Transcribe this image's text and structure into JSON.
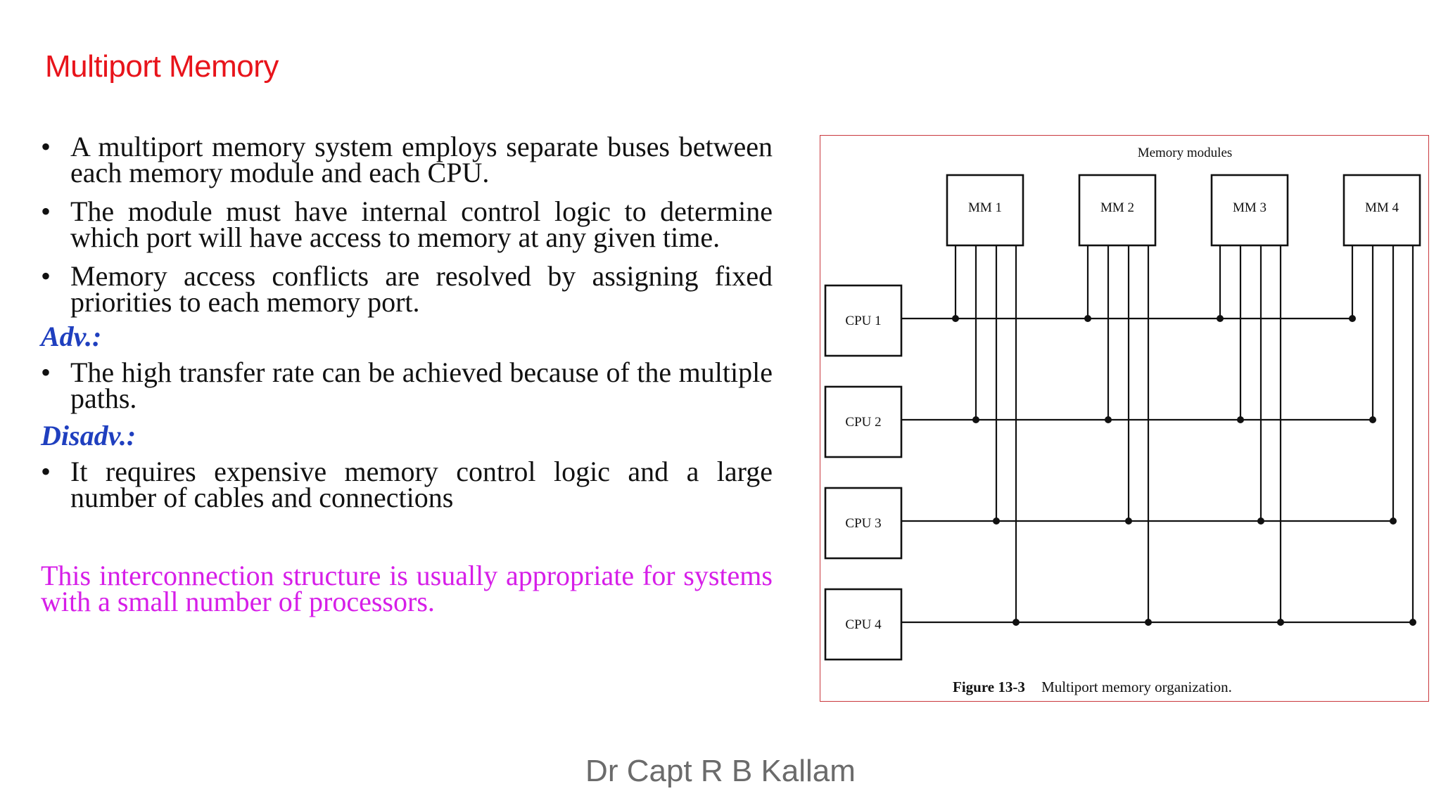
{
  "slide": {
    "title": "Multiport Memory",
    "bullet_char": "•",
    "bullets": [
      "A multiport memory system employs separate buses between each memory module and each CPU.",
      "The module must have internal control logic to determine which port will have access to memory at any given time.",
      "Memory access conflicts are resolved by assigning fixed priorities to each memory port."
    ],
    "adv_heading": "Adv.:",
    "adv_bullets": [
      "The high transfer rate can be achieved because of the multiple paths."
    ],
    "disadv_heading": "Disadv.:",
    "disadv_bullets": [
      "It requires expensive memory control logic and a large number of cables and connections"
    ],
    "note": "This interconnection structure is usually appropriate for systems with a small number of processors.",
    "footer": "Dr Capt R B Kallam"
  },
  "figure": {
    "top_label": "Memory modules",
    "memory_modules": [
      "MM 1",
      "MM 2",
      "MM 3",
      "MM 4"
    ],
    "cpus": [
      "CPU 1",
      "CPU 2",
      "CPU 3",
      "CPU 4"
    ],
    "caption_number": "Figure 13-3",
    "caption_text": "Multiport memory organization.",
    "colors": {
      "frame": "#c9383d",
      "lines": "#111111"
    }
  }
}
